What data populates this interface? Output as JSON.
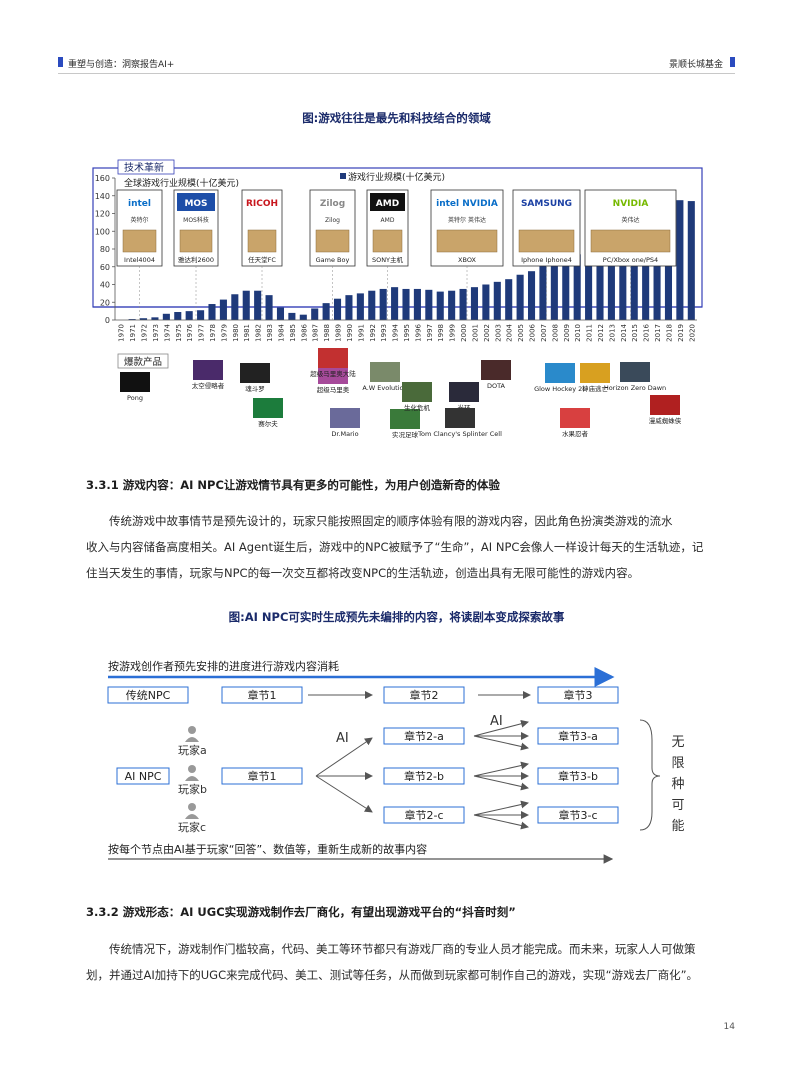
{
  "header": {
    "left": "重塑与创造：洞察报告AI+",
    "right": "景顺长城基金"
  },
  "figure1": {
    "title": "图:游戏往往是最先和科技结合的领域",
    "tech_label": "技术革新",
    "series_label": "全球游戏行业规模(十亿美元)",
    "legend_label": "游戏行业规模(十亿美元)",
    "hit_label": "爆款产品",
    "tech_boxes": [
      {
        "logo": "intel",
        "sub": "英特尔",
        "caption": "Intel4004"
      },
      {
        "logo": "MOS",
        "sub": "MOS科技",
        "caption": "雅达利2600"
      },
      {
        "logo": "RICOH",
        "sub": "",
        "caption": "任天堂FC"
      },
      {
        "logo": "Zilog",
        "sub": "Zilog",
        "caption": "Game Boy"
      },
      {
        "logo": "AMD",
        "sub": "AMD",
        "caption": "SONY主机"
      },
      {
        "logo": "intel  NVIDIA",
        "sub": "英特尔   英伟达",
        "caption": "XBOX"
      },
      {
        "logo": "SAMSUNG",
        "sub": "",
        "caption": "Iphone   Iphone4"
      },
      {
        "logo": "NVIDIA",
        "sub": "英伟达",
        "caption": "PC/Xbox one/PS4"
      }
    ],
    "games": [
      "Pong",
      "太空侵略者",
      "魂斗罗",
      "超级马里奥",
      "赛尔夫",
      "超级马里奥大陆",
      "Dr.Mario",
      "A.W Evolution",
      "实况足球",
      "生化危机",
      "DOTA",
      "光环",
      "Tom Clancy's Splinter Cell",
      "Glow Hockey 2L",
      "神庙逃亡",
      "水果忍者",
      "Horizon Zero Dawn",
      "漫威蜘蛛侠"
    ]
  },
  "chart_data": {
    "type": "bar",
    "title": "",
    "ylabel": "",
    "ylim": [
      0,
      160
    ],
    "yticks": [
      0,
      20,
      40,
      60,
      80,
      100,
      120,
      140,
      160
    ],
    "categories": [
      "1970",
      "1971",
      "1972",
      "1973",
      "1974",
      "1975",
      "1976",
      "1977",
      "1978",
      "1979",
      "1980",
      "1981",
      "1982",
      "1983",
      "1984",
      "1985",
      "1986",
      "1987",
      "1988",
      "1989",
      "1990",
      "1991",
      "1992",
      "1993",
      "1994",
      "1995",
      "1996",
      "1997",
      "1998",
      "1999",
      "2000",
      "2001",
      "2002",
      "2003",
      "2004",
      "2005",
      "2006",
      "2007",
      "2008",
      "2009",
      "2010",
      "2011",
      "2012",
      "2013",
      "2014",
      "2015",
      "2016",
      "2017",
      "2018",
      "2019",
      "2020"
    ],
    "series": [
      {
        "name": "游戏行业规模(十亿美元)",
        "color": "#1f3a7a",
        "values": [
          0,
          1,
          2,
          3,
          7,
          9,
          10,
          11,
          18,
          23,
          29,
          33,
          33,
          28,
          14,
          8,
          6,
          13,
          19,
          24,
          28,
          30,
          33,
          35,
          37,
          35,
          35,
          34,
          32,
          33,
          35,
          37,
          40,
          43,
          46,
          51,
          55,
          61,
          70,
          73,
          74,
          79,
          84,
          92,
          98,
          106,
          113,
          121,
          127,
          135,
          134
        ]
      }
    ],
    "grid": false,
    "legend": "top"
  },
  "section1": {
    "title": "3.3.1 游戏内容：AI NPC让游戏情节具有更多的可能性，为用户创造新奇的体验",
    "para_lines": [
      "传统游戏中故事情节是预先设计的，玩家只能按照固定的顺序体验有限的游戏内容，因此角色扮演类游戏的流水",
      "收入与内容储备高度相关。AI Agent诞生后，游戏中的NPC被赋予了“生命”，AI NPC会像人一样设计每天的生活轨迹，记",
      "住当天发生的事情，玩家与NPC的每一次交互都将改变NPC的生活轨迹，创造出具有无限可能性的游戏内容。"
    ]
  },
  "figure2": {
    "title": "图:AI NPC可实时生成预先未编排的内容，将读剧本变成探索故事",
    "top_caption": "按游戏创作者预先安排的进度进行游戏内容消耗",
    "traditional": "传统NPC",
    "chapter1": "章节1",
    "chapter2": "章节2",
    "chapter3": "章节3",
    "ai_label": "AI",
    "ai_npc": "AI NPC",
    "players": [
      "玩家a",
      "玩家b",
      "玩家c"
    ],
    "branches2": [
      "章节2-a",
      "章节2-b",
      "章节2-c"
    ],
    "branches3": [
      "章节3-a",
      "章节3-b",
      "章节3-c"
    ],
    "infinite": [
      "无",
      "限",
      "种",
      "可",
      "能"
    ],
    "bottom_caption": "按每个节点由AI基于玩家“回答”、数值等，重新生成新的故事内容"
  },
  "section2": {
    "title": "3.3.2 游戏形态：AI UGC实现游戏制作去厂商化，有望出现游戏平台的“抖音时刻”",
    "para_lines": [
      "传统情况下，游戏制作门槛较高，代码、美工等环节都只有游戏厂商的专业人员才能完成。而未来，玩家人人可做策",
      "划，并通过AI加持下的UGC来完成代码、美工、测试等任务，从而做到玩家都可制作自己的游戏，实现“游戏去厂商化”。"
    ]
  },
  "page_number": "14"
}
